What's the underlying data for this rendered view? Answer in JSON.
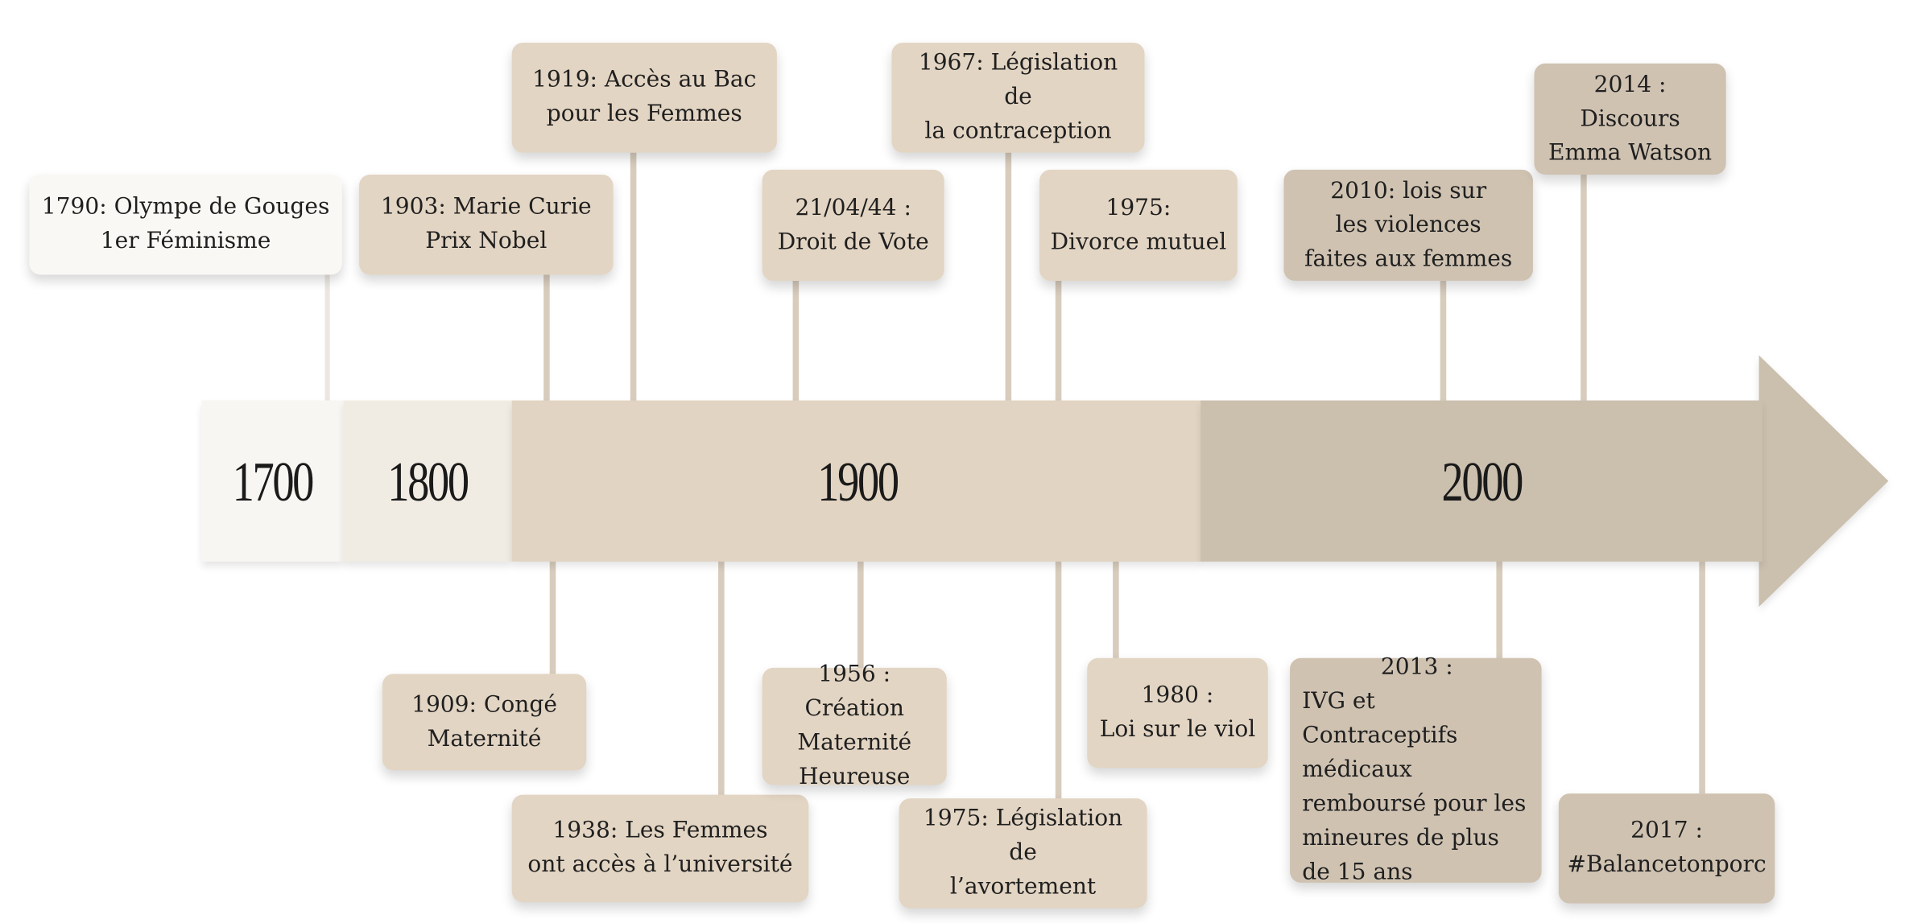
{
  "colors": {
    "c1700": "#f8f6f2",
    "c1800": "#f1ece3",
    "c1900": "#e2d4c2",
    "c2000": "#cbbfae",
    "box_light": "#faf8f4",
    "box_mid": "#e3d5c3",
    "box_dark": "#cfc2b1",
    "connector": "#d8ccbd"
  },
  "timeline": {
    "segments": [
      {
        "label": "1700"
      },
      {
        "label": "1800"
      },
      {
        "label": "1900"
      },
      {
        "label": "2000"
      }
    ]
  },
  "events": {
    "e1790": "1790: Olympe de Gouges\n1er Féminisme",
    "e1903": "1903: Marie Curie\nPrix Nobel",
    "e1919": "1919: Accès au Bac\npour les Femmes",
    "e1944": "21/04/44 :\nDroit de Vote",
    "e1967": "1967: Législation de\nla contraception",
    "e1975a": "1975:\nDivorce mutuel",
    "e2010": "2010: lois sur\nles violences\nfaites aux femmes",
    "e2014": "2014 : Discours\nEmma Watson",
    "e1909": "1909: Congé\nMaternité",
    "e1938": "1938: Les Femmes\nont accès à l’université",
    "e1956": "1956 : Création\nMaternité\nHeureuse",
    "e1975b": "1975: Législation de\nl’avortement",
    "e1980": "1980 :\nLoi sur le viol",
    "e2013_title": "2013 :",
    "e2013_body": "IVG et Contraceptifs\nmédicaux\nremboursé pour les\nmineures de plus\nde 15 ans",
    "e2017": "2017 :\n#Balancetonporc"
  }
}
